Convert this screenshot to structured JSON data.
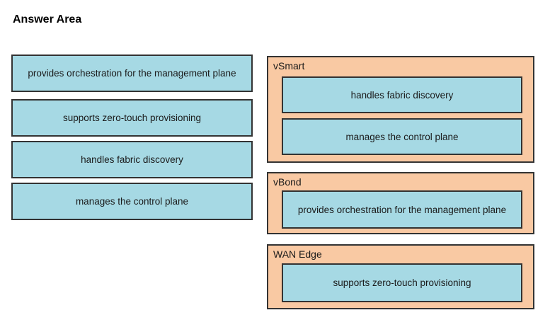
{
  "title": "Answer Area",
  "colors": {
    "token_background": "#a6d9e4",
    "token_border": "#333333",
    "zone_background": "#f9c9a3",
    "zone_border": "#333333",
    "text": "#1a1a1a",
    "page_background": "#ffffff"
  },
  "source_tokens": [
    "provides orchestration for the management plane",
    "supports zero-touch provisioning",
    "handles fabric discovery",
    "manages the control plane"
  ],
  "targets": [
    {
      "label": "vSmart",
      "tokens": [
        "handles fabric discovery",
        "manages the control plane"
      ]
    },
    {
      "label": "vBond",
      "tokens": [
        "provides orchestration for the management plane"
      ]
    },
    {
      "label": "WAN Edge",
      "tokens": [
        "supports zero-touch provisioning"
      ]
    }
  ]
}
